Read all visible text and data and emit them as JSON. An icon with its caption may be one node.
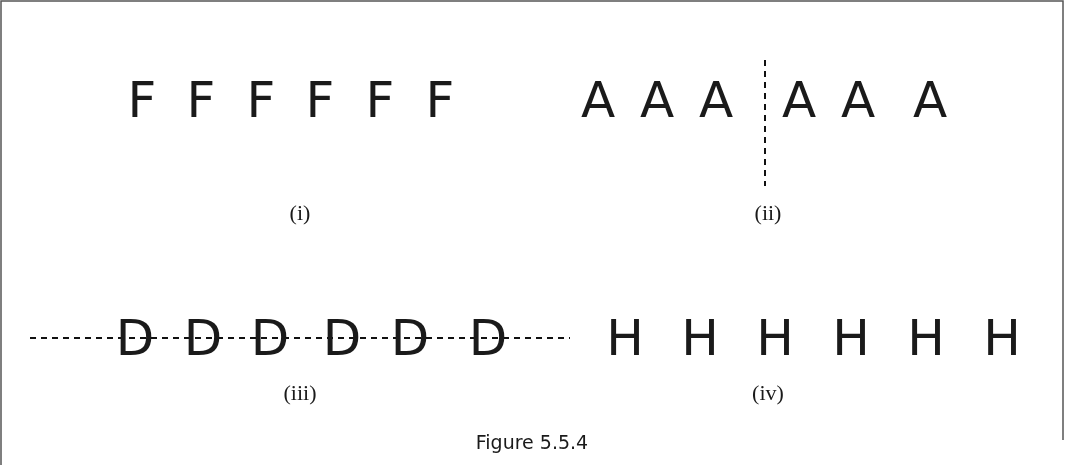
{
  "diagram": {
    "caption": "Figure 5.5.4",
    "labels": [
      "F",
      "F",
      "F",
      "F",
      "F",
      "F",
      "A",
      "A",
      "A",
      "A",
      "A",
      "A",
      "(i)",
      "(ii)",
      "D",
      "D",
      "D",
      "D",
      "D",
      "D",
      "H",
      "H",
      "H",
      "H",
      "H",
      "H",
      "(iii)",
      "(iv)"
    ]
  }
}
